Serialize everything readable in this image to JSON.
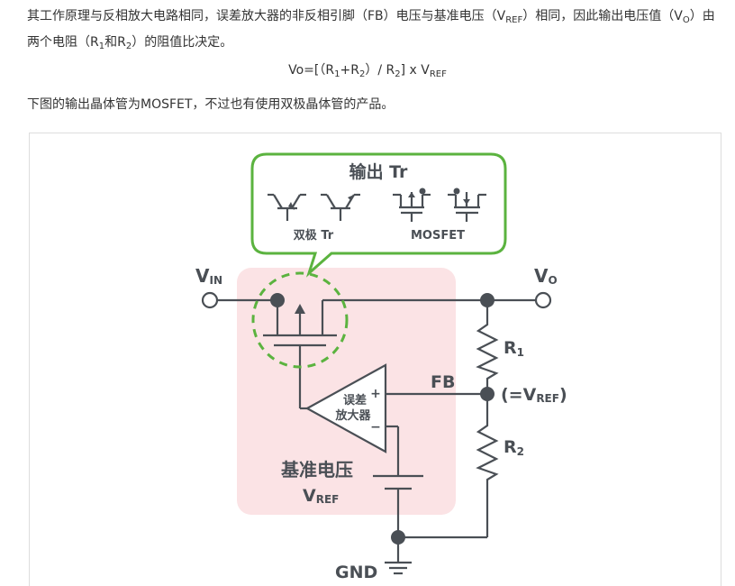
{
  "text": {
    "p1_a": "其工作原理与反相放大电路相同，误差放大器的非反相引脚（FB）电压与基准电压（V",
    "p1_a_sub": "REF",
    "p1_b": "）相同，因此输出电压值（V",
    "p1_b_sub": "O",
    "p1_c": "）由两个电阻（R",
    "p1_c_sub": "1",
    "p1_d": "和R",
    "p1_d_sub": "2",
    "p1_e": "）的阻值比决定。",
    "formula_a": "Vo=[（R",
    "formula_sub1": "1",
    "formula_b": "+R",
    "formula_sub2": "2",
    "formula_c": "）/ R",
    "formula_sub3": "2",
    "formula_d": "] x V",
    "formula_sub4": "REF",
    "p2": "下图的输出晶体管为MOSFET，不过也有使用双极晶体管的产品。"
  },
  "diagram": {
    "callout_title": "输出 Tr",
    "bipolar_label": "双极 Tr",
    "mosfet_label": "MOSFET",
    "vin_main": "V",
    "vin_sub": "IN",
    "vo_main": "V",
    "vo_sub": "O",
    "r1_main": "R",
    "r1_sub": "1",
    "r2_main": "R",
    "r2_sub": "2",
    "fb_label": "FB",
    "eq_vref_a": "(=V",
    "eq_vref_sub": "REF",
    "eq_vref_b": ")",
    "amp_line1": "误差",
    "amp_line2": "放大器",
    "plus_sign": "+",
    "minus_sign": "−",
    "ref_line1": "基准电压",
    "ref_main": "V",
    "ref_sub": "REF",
    "gnd_label": "GND"
  },
  "colors": {
    "text": "#333333",
    "circuit": "#4a4f55",
    "highlight_box": "#fbe3e5",
    "callout_green": "#5bb33f"
  }
}
